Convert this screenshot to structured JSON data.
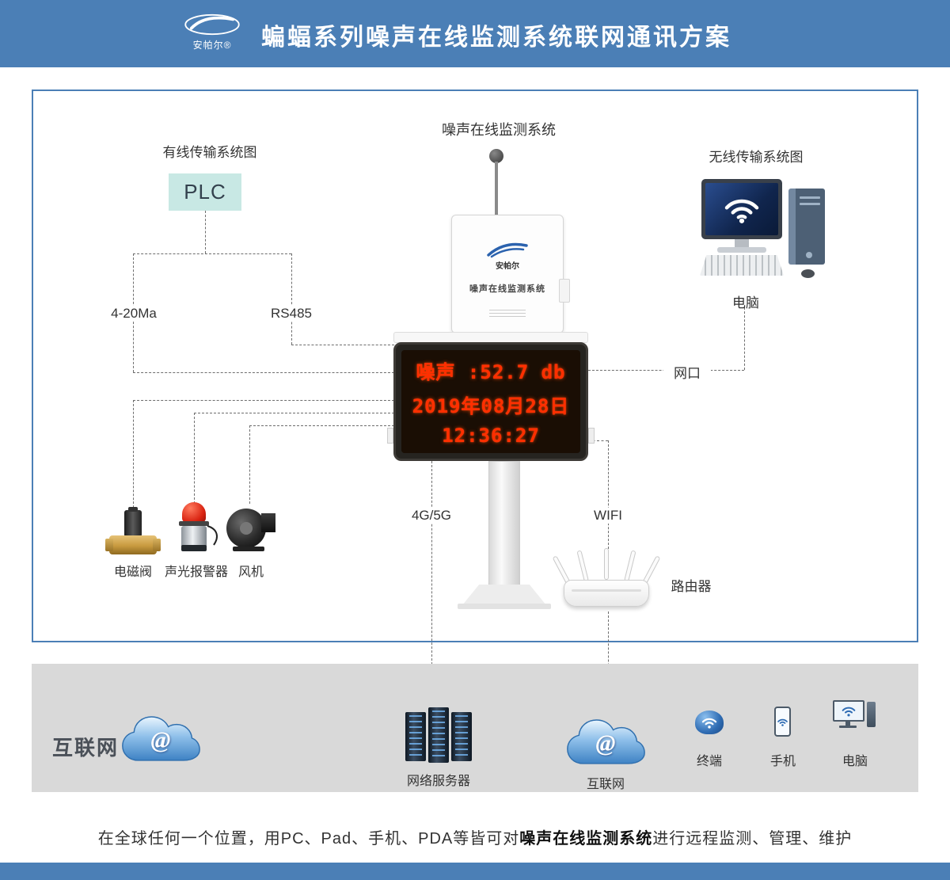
{
  "header": {
    "logo_text": "安帕尔®",
    "title": "蝙蝠系列噪声在线监测系统联网通讯方案"
  },
  "diagram": {
    "system_label": "噪声在线监测系统",
    "wired_label": "有线传输系统图",
    "wireless_label": "无线传输系统图",
    "plc_label": "PLC",
    "computer_label": "电脑",
    "port_labels": {
      "analog": "4-20Ma",
      "rs485": "RS485",
      "lan": "网口",
      "cellular": "4G/5G",
      "wifi": "WIFI"
    },
    "router_label": "路由器",
    "station": {
      "brand": "安帕尔",
      "cabinet_title": "噪声在线监测系统",
      "display_lines": [
        "噪声 :52.7 db",
        "2019年08月28日",
        "12:36:27"
      ]
    },
    "devices": [
      {
        "label": "电磁阀"
      },
      {
        "label": "声光报警器"
      },
      {
        "label": "风机"
      }
    ]
  },
  "internet_band": {
    "title": "互联网",
    "cloud1_symbol": "@",
    "server_label": "网络服务器",
    "cloud2_symbol": "@",
    "cloud2_label": "互联网",
    "terminal_label": "终端",
    "phone_label": "手机",
    "pc_label": "电脑"
  },
  "footer_note": {
    "pre": "在全球任何一个位置，用PC、Pad、手机、PDA等皆可对",
    "bold": "噪声在线监测系统",
    "post": "进行远程监测、管理、维护"
  },
  "colors": {
    "theme_blue": "#4b7fb6",
    "plc_bg": "#c8e8e4",
    "led_red": "#ff2f00",
    "band_gray": "#d9d9d9"
  }
}
